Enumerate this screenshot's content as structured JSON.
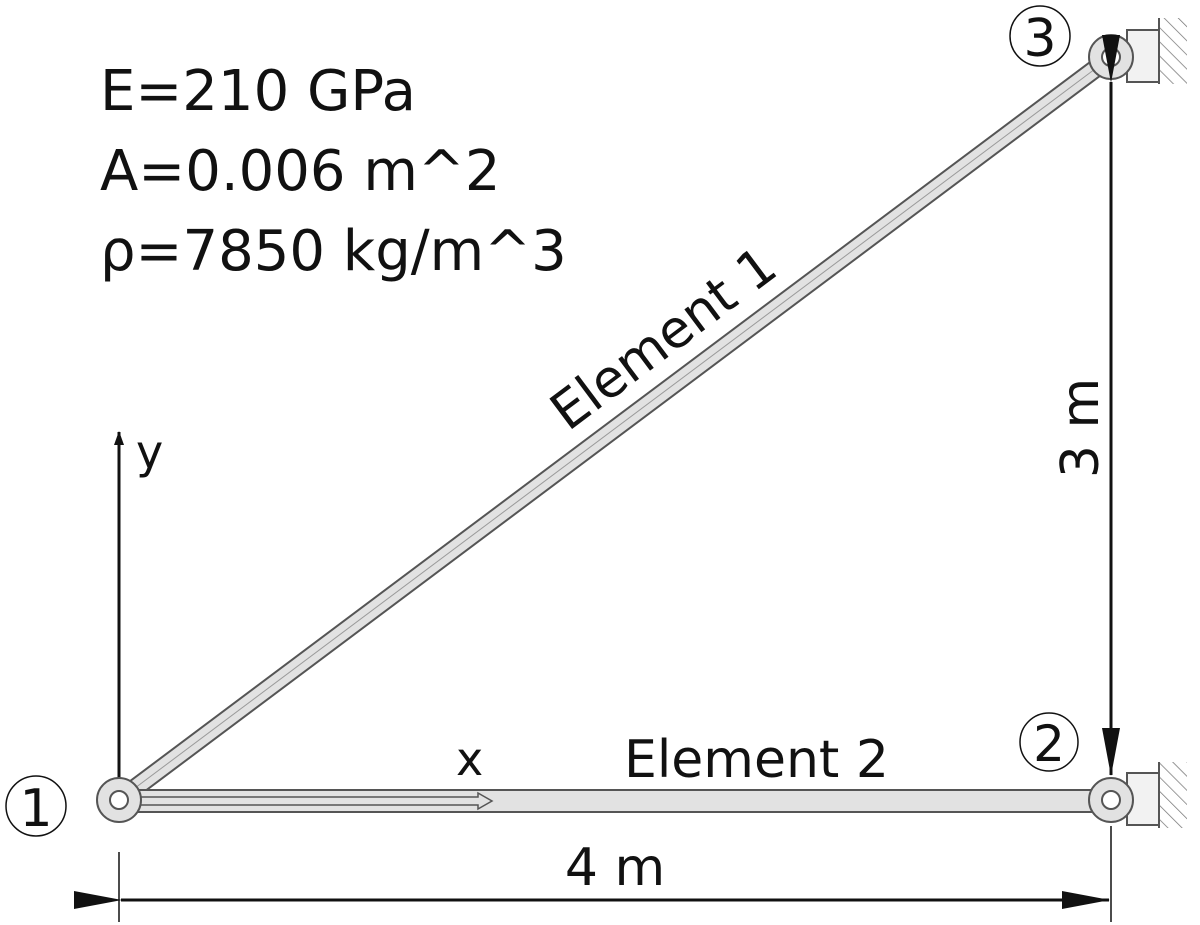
{
  "properties": {
    "E": "E=210 GPa",
    "A": "A=0.006 m^2",
    "rho": "ρ=7850 kg/m^3"
  },
  "nodes": {
    "n1": "1",
    "n2": "2",
    "n3": "3"
  },
  "elements": {
    "e1": "Element 1",
    "e2": "Element 2"
  },
  "axes": {
    "x": "x",
    "y": "y"
  },
  "dimensions": {
    "horizontal": "4 m",
    "vertical": "3 m"
  }
}
